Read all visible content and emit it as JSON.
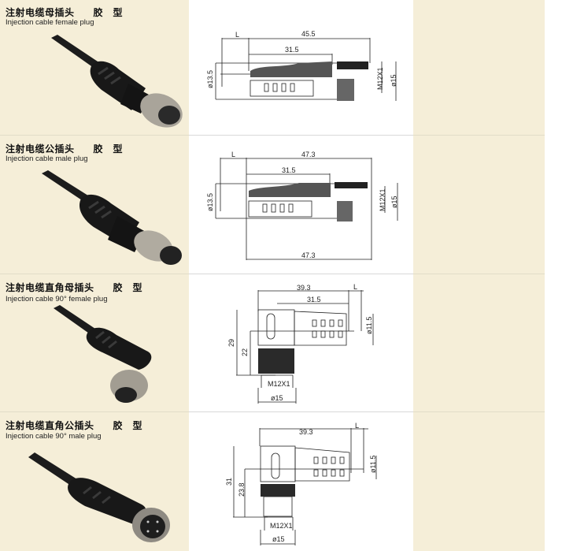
{
  "products": [
    {
      "title_cn": "注射电缆母插头",
      "type_cn": "胶　型",
      "title_en": "Injection cable female plug",
      "dimensions": {
        "L": "L",
        "overall": "45.5",
        "body": "31.5",
        "cable_dia": "ø13.5",
        "thread": "M12X1",
        "nut_dia": "ø15"
      }
    },
    {
      "title_cn": "注射电缆公插头",
      "type_cn": "胶　型",
      "title_en": "Injection cable male plug",
      "dimensions": {
        "L": "L",
        "overall": "47.3",
        "body": "31.5",
        "cable_dia": "ø13.5",
        "thread": "M12X1",
        "nut_dia": "ø15",
        "overall_bottom": "47.3"
      }
    },
    {
      "title_cn": "注射电缆直角母插头",
      "type_cn": "胶　型",
      "title_en": "Injection cable 90°  female plug",
      "dimensions": {
        "L": "L",
        "overall": "39.3",
        "body": "31.5",
        "cable_dia": "ø11.5",
        "height": "29",
        "center_height": "22",
        "thread": "M12X1",
        "nut_dia": "ø15"
      }
    },
    {
      "title_cn": "注射电缆直角公插头",
      "type_cn": "胶　型",
      "title_en": "Injection cable 90°  male plug",
      "dimensions": {
        "L": "L",
        "overall": "39.3",
        "cable_dia": "ø11.5",
        "height": "31",
        "center_height": "23.8",
        "thread": "M12X1",
        "nut_dia": "ø15"
      }
    }
  ],
  "colors": {
    "panel_bg": "#f5eed8",
    "diagram_bg": "#ffffff",
    "connector_black": "#1a1a1a",
    "metal": "#a9a49a"
  }
}
